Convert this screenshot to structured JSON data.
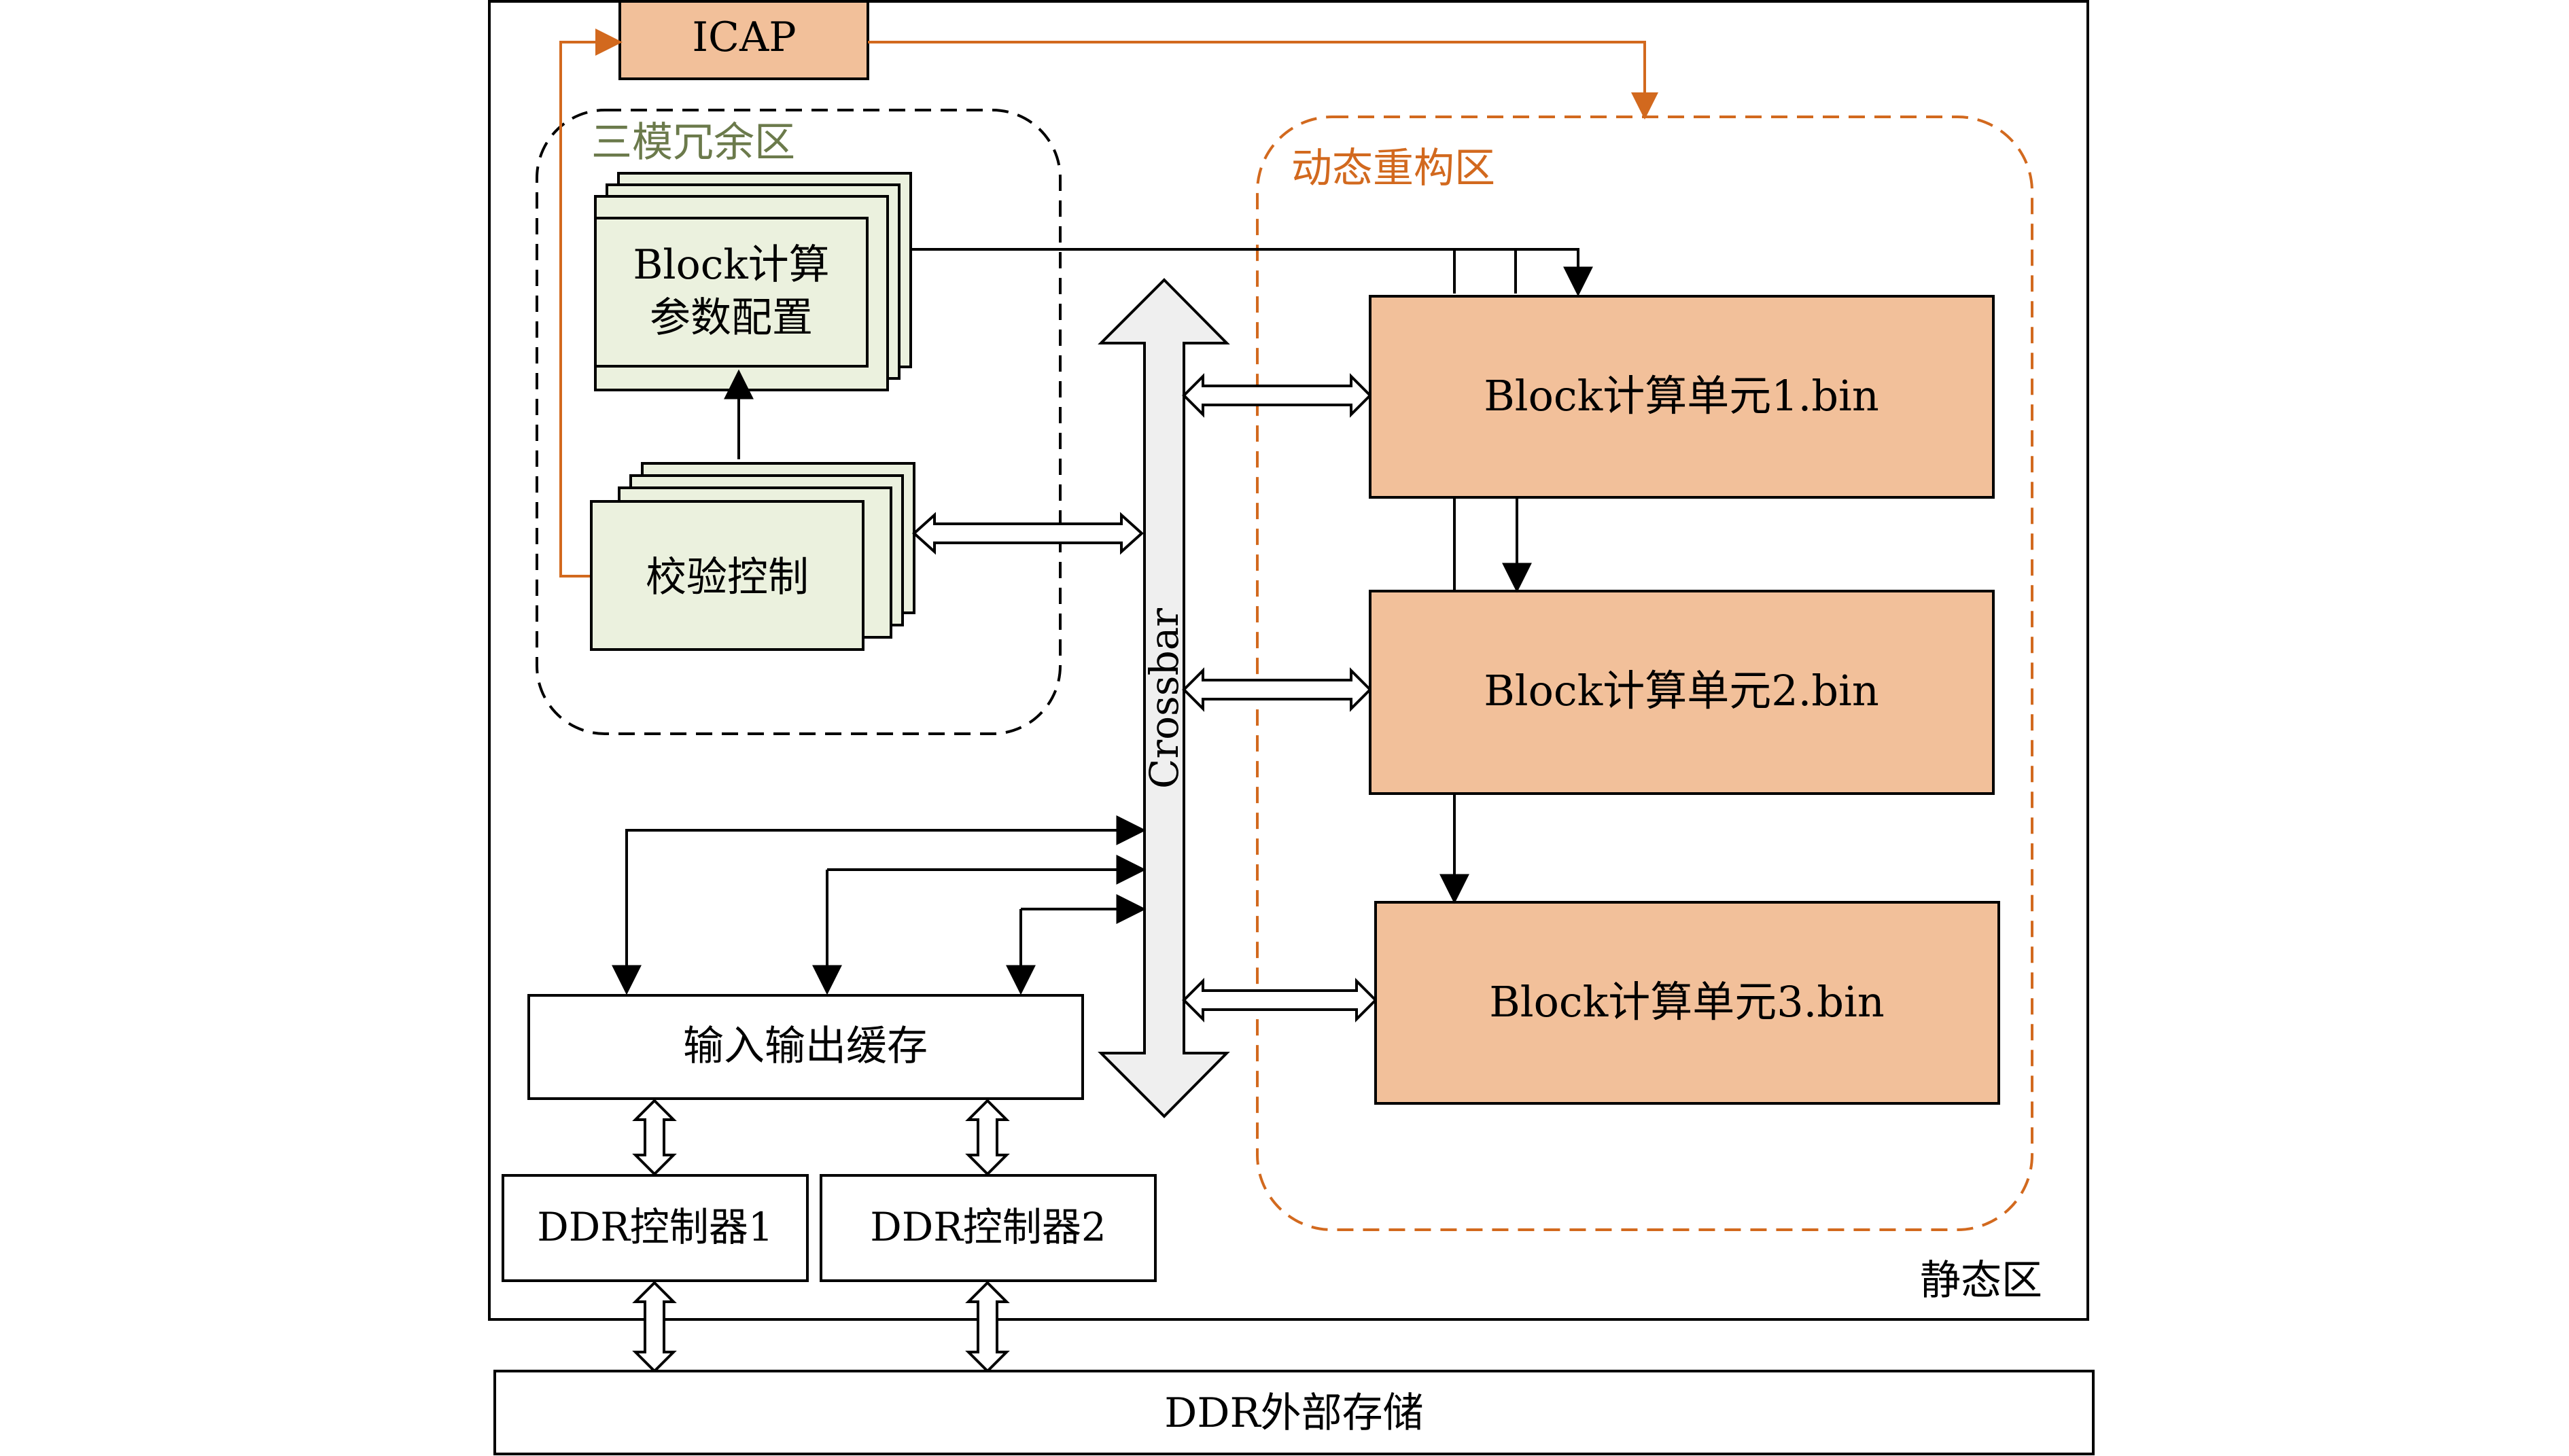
{
  "icap": "ICAP",
  "tmr_region": "三模冗余区",
  "dynamic_region": "动态重构区",
  "static_region": "静态区",
  "param_config": [
    "Block计算",
    "参数配置"
  ],
  "check_control": "校验控制",
  "crossbar": "Crossbar",
  "units": [
    "Block计算单元1.bin",
    "Block计算单元2.bin",
    "Block计算单元3.bin"
  ],
  "io_buffer": "输入输出缓存",
  "ddr_ctrl_1": "DDR控制器1",
  "ddr_ctrl_2": "DDR控制器2",
  "ddr_storage": "DDR外部存储",
  "colors": {
    "orange_fill": "#F2C09A",
    "orange_line": "#D2691E",
    "green_fill": "#EBF1DE",
    "crossbar_fill": "#EFEFEF",
    "tmr_label": "#6B7A4B",
    "dynamic_label": "#D2691E"
  }
}
